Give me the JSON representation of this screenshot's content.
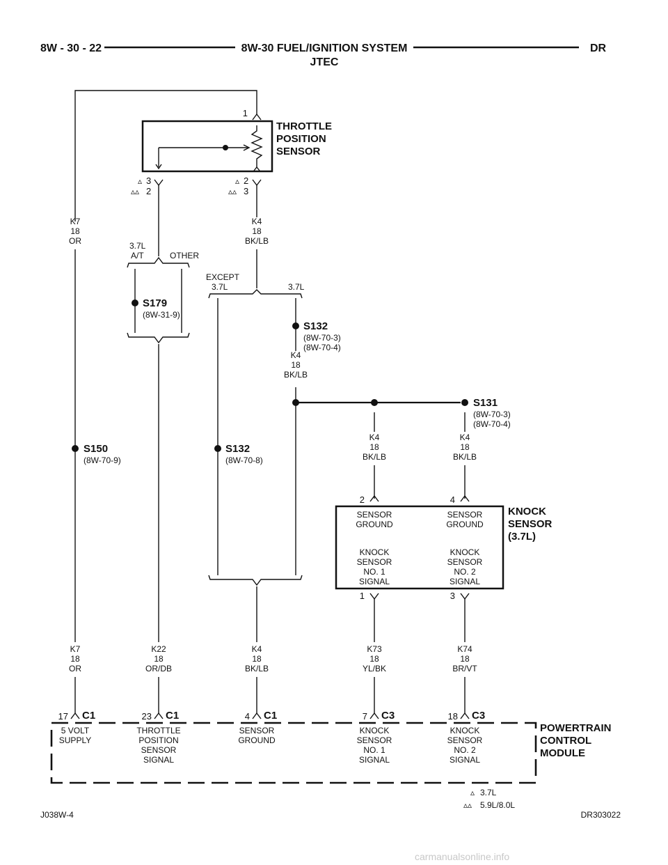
{
  "header": {
    "page": "8W - 30 - 22",
    "title": "8W-30 FUEL/IGNITION SYSTEM",
    "subtitle": "JTEC",
    "section": "DR"
  },
  "components": {
    "tps": {
      "name_lines": [
        "THROTTLE",
        "POSITION",
        "SENSOR"
      ],
      "pin_top": "1",
      "pin_left_a": "3",
      "pin_left_b": "2",
      "pin_right_a": "2",
      "pin_right_b": "3"
    },
    "knock": {
      "name_lines": [
        "KNOCK",
        "SENSOR",
        "(3.7L)"
      ],
      "pin_top_1": "2",
      "pin_top_2": "4",
      "pin_bot_1": "1",
      "pin_bot_2": "3",
      "ground1_lines": [
        "SENSOR",
        "GROUND"
      ],
      "ground2_lines": [
        "SENSOR",
        "GROUND"
      ],
      "sig1_lines": [
        "KNOCK",
        "SENSOR",
        "NO. 1",
        "SIGNAL"
      ],
      "sig2_lines": [
        "KNOCK",
        "SENSOR",
        "NO. 2",
        "SIGNAL"
      ]
    },
    "pcm": {
      "name_lines": [
        "POWERTRAIN",
        "CONTROL",
        "MODULE"
      ],
      "connectors": [
        {
          "pin": "17",
          "conn": "C1",
          "func_lines": [
            "5 VOLT",
            "SUPPLY"
          ]
        },
        {
          "pin": "23",
          "conn": "C1",
          "func_lines": [
            "THROTTLE",
            "POSITION",
            "SENSOR",
            "SIGNAL"
          ]
        },
        {
          "pin": "4",
          "conn": "C1",
          "func_lines": [
            "SENSOR",
            "GROUND"
          ]
        },
        {
          "pin": "7",
          "conn": "C3",
          "func_lines": [
            "KNOCK",
            "SENSOR",
            "NO. 1",
            "SIGNAL"
          ]
        },
        {
          "pin": "18",
          "conn": "C3",
          "func_lines": [
            "KNOCK",
            "SENSOR",
            "NO. 2",
            "SIGNAL"
          ]
        }
      ]
    }
  },
  "wires": {
    "k7_top": [
      "K7",
      "18",
      "OR"
    ],
    "k4_top": [
      "K4",
      "18",
      "BK/LB"
    ],
    "k4_s132": [
      "K4",
      "18",
      "BK/LB"
    ],
    "k4_ks1": [
      "K4",
      "18",
      "BK/LB"
    ],
    "k4_ks2": [
      "K4",
      "18",
      "BK/LB"
    ],
    "k7_bot": [
      "K7",
      "18",
      "OR"
    ],
    "k22_bot": [
      "K22",
      "18",
      "OR/DB"
    ],
    "k4_bot": [
      "K4",
      "18",
      "BK/LB"
    ],
    "k73_bot": [
      "K73",
      "18",
      "YL/BK"
    ],
    "k74_bot": [
      "K74",
      "18",
      "BR/VT"
    ]
  },
  "splices": {
    "s179": {
      "name": "S179",
      "ref": "(8W-31-9)"
    },
    "s132a": {
      "name": "S132",
      "refs": [
        "(8W-70-3)",
        "(8W-70-4)"
      ]
    },
    "s131": {
      "name": "S131",
      "refs": [
        "(8W-70-3)",
        "(8W-70-4)"
      ]
    },
    "s150": {
      "name": "S150",
      "ref": "(8W-70-9)"
    },
    "s132b": {
      "name": "S132",
      "ref": "(8W-70-8)"
    }
  },
  "options": {
    "tps_left_a": "3.7L",
    "tps_left_b": "A/T",
    "tps_right": "OTHER",
    "except_a": "EXCEPT",
    "except_b": "3.7L",
    "only": "3.7L"
  },
  "legend": {
    "single": "3.7L",
    "double": "5.9L/8.0L"
  },
  "footer": {
    "left": "J038W-4",
    "right": "DR303022"
  },
  "watermark": "carmanualsonline.info"
}
